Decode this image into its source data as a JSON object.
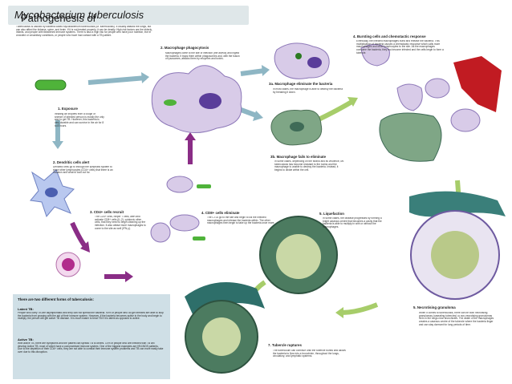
{
  "title": {
    "prefix": "Pathogenesis of ",
    "italic": "Mycobacterium tuberculosis"
  },
  "intro": "Tuberculosis is caused by bacteria called Mycobacterium tuberculosis (M. tuberculosis). It usually attacks the lungs, but can also affect the kidneys, spine, and brain. If it is not treated properly, it can be deadly. High risk factors are the elderly, infants, and people with weakened immune systems. There is also a high risk for people who have poor nutrition, live in crowded or unsanitary conditions, or people who have had contact with a TB patient.",
  "steps": [
    {
      "label": "1. Exposure",
      "text": "Inhaling air droplets from a cough or sneeze of infected person is mostly the only way to get TB. However, this bacteria is very durable and can survive in the air for 8 to 8 hours."
    },
    {
      "label": "2. Macrophage phagocytosis",
      "text": "Macrophages come to the site of infection (the alveoli) and ingest the bacteria. It traps them within phagosomes and, with the fusion of lysosomes, attacks them by enzymes and toxins."
    },
    {
      "label": "2. Dendritic cells alert",
      "text": "Dendritic cells go to through the lymphatic system to show other lymphocytes (CD4+ cells) that there is an invasion and what to look out for."
    },
    {
      "label": "3a. Macrophage eliminate the bacteria",
      "text": "In most cases, the macrophage is able to destroy the bacteria by breaking it down."
    },
    {
      "label": "3b. Macrophage fails to eliminate",
      "text": "In some cases, depending on the strand and its virulence, Mt. tuberculosis has become resistant to the toxins and the macrophage is unable to destroy the bacteria. Instead, it begins to divide within the cell."
    },
    {
      "label": "4. Bursting cells and chemotactic response",
      "text": "Eventually, the infected macrophages burst and release the bacteria. This multiplication of bacteria causes a chemotactic response which calls more macrophages and other lymphocytes to the site. As the macrophages consume the bacteria, they too become infected and the cells begin to form a tubercle."
    },
    {
      "label": "3. CD4+ cells recruit",
      "text": "The CD4+ cells, helper T cells, alert and activate CD8+ cells (IL-2), cytotoxic other cells, that they need to begin cleaning up the infection. It also attract more macrophages to come to the site as well (IFN-y)."
    },
    {
      "label": "4. CD8+ cells eliminate",
      "text": "The CTLs go to the site and begin to kill the infected macrophages and release the bacteria within. The other macrophages then begin to take up the bacteria once more."
    },
    {
      "label": "5. Liquefaction",
      "text": "In some cases, the disease progresses by forming a bright caseous centre that becomes a cavity that the bacteria is able to multiply in with or without the macrophages."
    },
    {
      "label": "5. Necrotising granuloma",
      "text": "When it comes to tuberculosis, there can be both necrotising granulomas (caseating tubercles) or non-necrotising granulomas form in the lungs near bronchioles. The death of the macrophages creates a caseous centre of the tubercle where the bacteria linger and can stay dormant for long periods of time."
    },
    {
      "label": "7. Tubercle ruptures",
      "text": "The tuberculum can continue until the tubercle bursts and allows the bacteria to flow into a bronchiole, throughout the lungs, circulatory, and lymphatic systems."
    }
  ],
  "info": {
    "heading": "There are two different forms of tuberculosis:",
    "latent_title": "Latent TB:",
    "latent_text": "People who carry TB are asymptomatic and they can not spread the bacteria. 90% of people who do get infected are able to stop the bacteria from growing with the aid of their immune system. However, if the bacteria becomes active in the body and begin to multiply, the person will get active TB disease. It is much easier to treat TB if it is latent as opposed to active.",
    "active_title": "Active TB:",
    "active_text": "With active TB, there are symptoms and the patient can spread TB to others. 10% of people who are infected with TB will develop Active TB, most of which have a compromised immune system. One of the biggest examples are HIV/AIDS patients. Due to the depletion of their CD4+ cells, they are not able to combat their immune system problems and TB can more easily take over due to this disruption."
  },
  "colors": {
    "title_bg": "#dfe7e9",
    "info_bg": "#cfdfe6",
    "arrow_blue": "#8eb6c4",
    "arrow_purple": "#8a2d86",
    "arrow_green": "#a7cd6a",
    "bacteria": "#4fb33a",
    "macrophage": "#d8cbe8",
    "nucleus": "#5a3d9a",
    "tissue": "#3f6b57"
  }
}
